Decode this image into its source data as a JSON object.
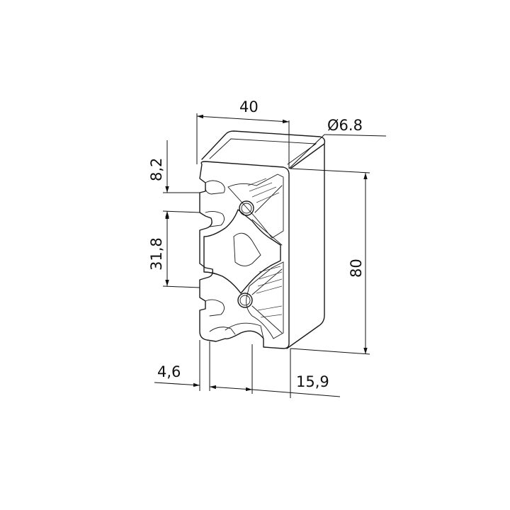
{
  "drawing": {
    "dimensions": {
      "width": "40",
      "diameter": "Ø6.8",
      "height": "80",
      "slot_top": "8,2",
      "slot_mid": "31,8",
      "offset_left": "4,6",
      "offset_right": "15,9"
    }
  },
  "colors": {
    "line": "#1a1a1a",
    "background": "#ffffff"
  }
}
